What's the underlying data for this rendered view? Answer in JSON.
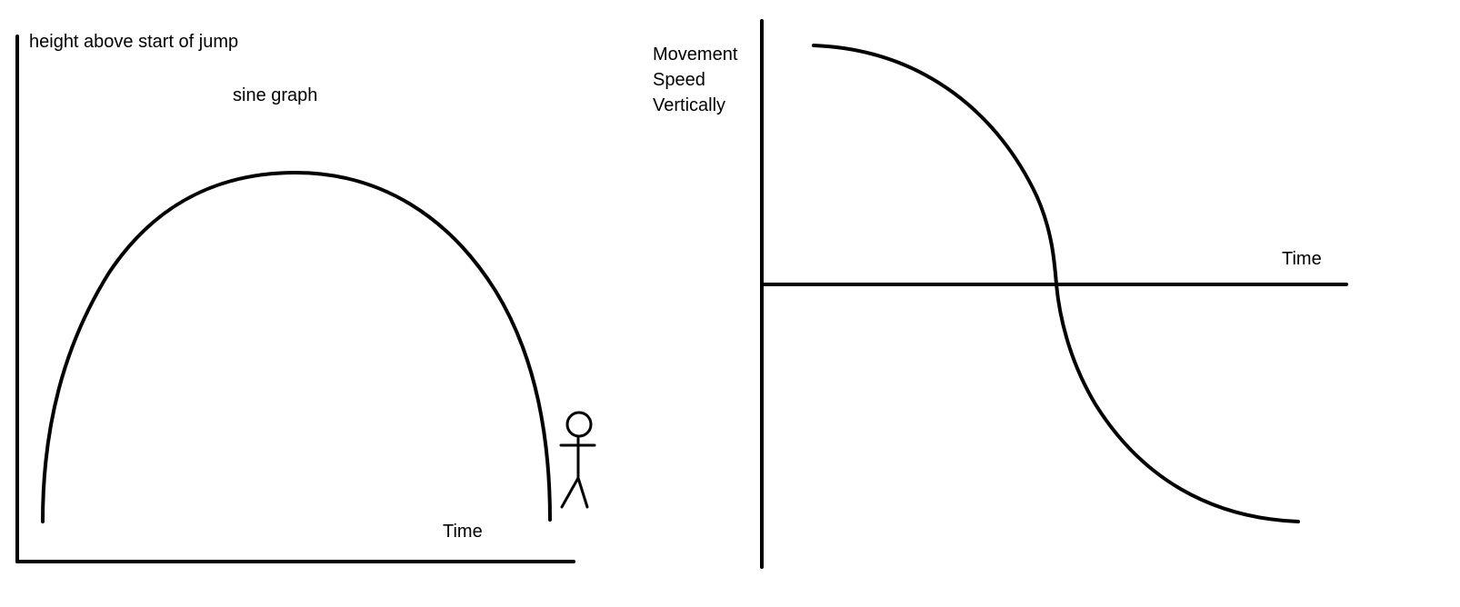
{
  "left_graph": {
    "y_axis_label": "height above start of jump",
    "annotation": "sine graph",
    "x_axis_label": "Time",
    "curve": "half-sine arch"
  },
  "right_graph": {
    "y_axis_label_lines": [
      "Movement",
      "Speed",
      "Vertically"
    ],
    "x_axis_label": "Time",
    "curve": "cosine (decreasing through zero)"
  },
  "decorations": {
    "figure": "stick-figure-icon"
  },
  "colors": {
    "ink": "#000000",
    "background": "#ffffff"
  }
}
